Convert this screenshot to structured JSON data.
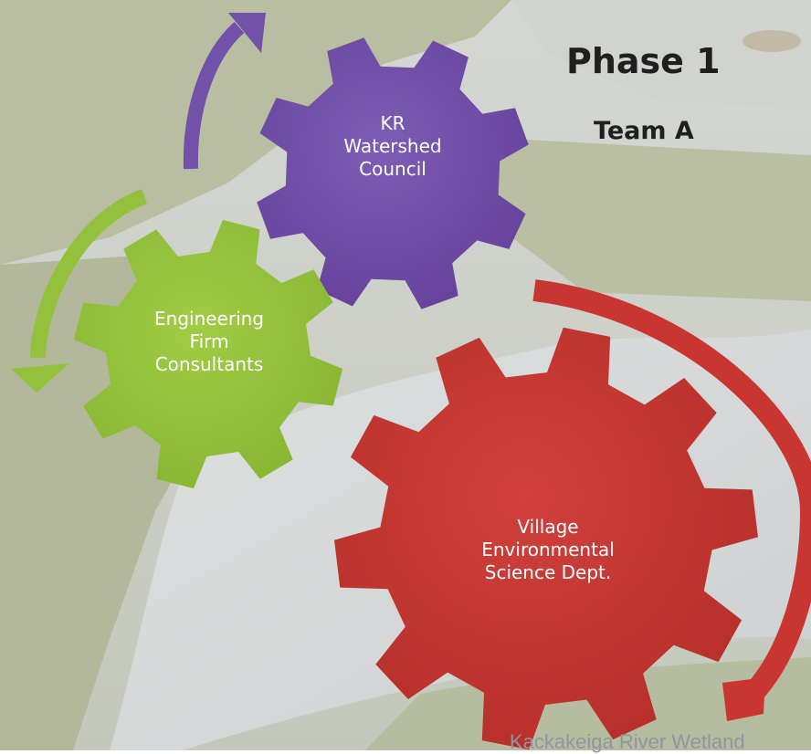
{
  "slide": {
    "title": "Phase 1",
    "subtitle": "Team A",
    "footer": "Kackakeiga River Wetland"
  },
  "gears": [
    {
      "id": "kr-watershed-council",
      "lines": [
        "KR",
        "Watershed",
        "Council"
      ],
      "color": "#7251a8"
    },
    {
      "id": "engineering-firm-consultants",
      "lines": [
        "Engineering",
        "Firm",
        "Consultants"
      ],
      "color": "#93c13b"
    },
    {
      "id": "village-environmental-science-dept",
      "lines": [
        "Village",
        "Environmental",
        "Science Dept."
      ],
      "color": "#c93632"
    }
  ],
  "arrows": [
    {
      "id": "purple-arrow",
      "color": "#7251a8"
    },
    {
      "id": "green-arrow",
      "color": "#93c13b"
    },
    {
      "id": "red-arrow",
      "color": "#c93632"
    }
  ]
}
